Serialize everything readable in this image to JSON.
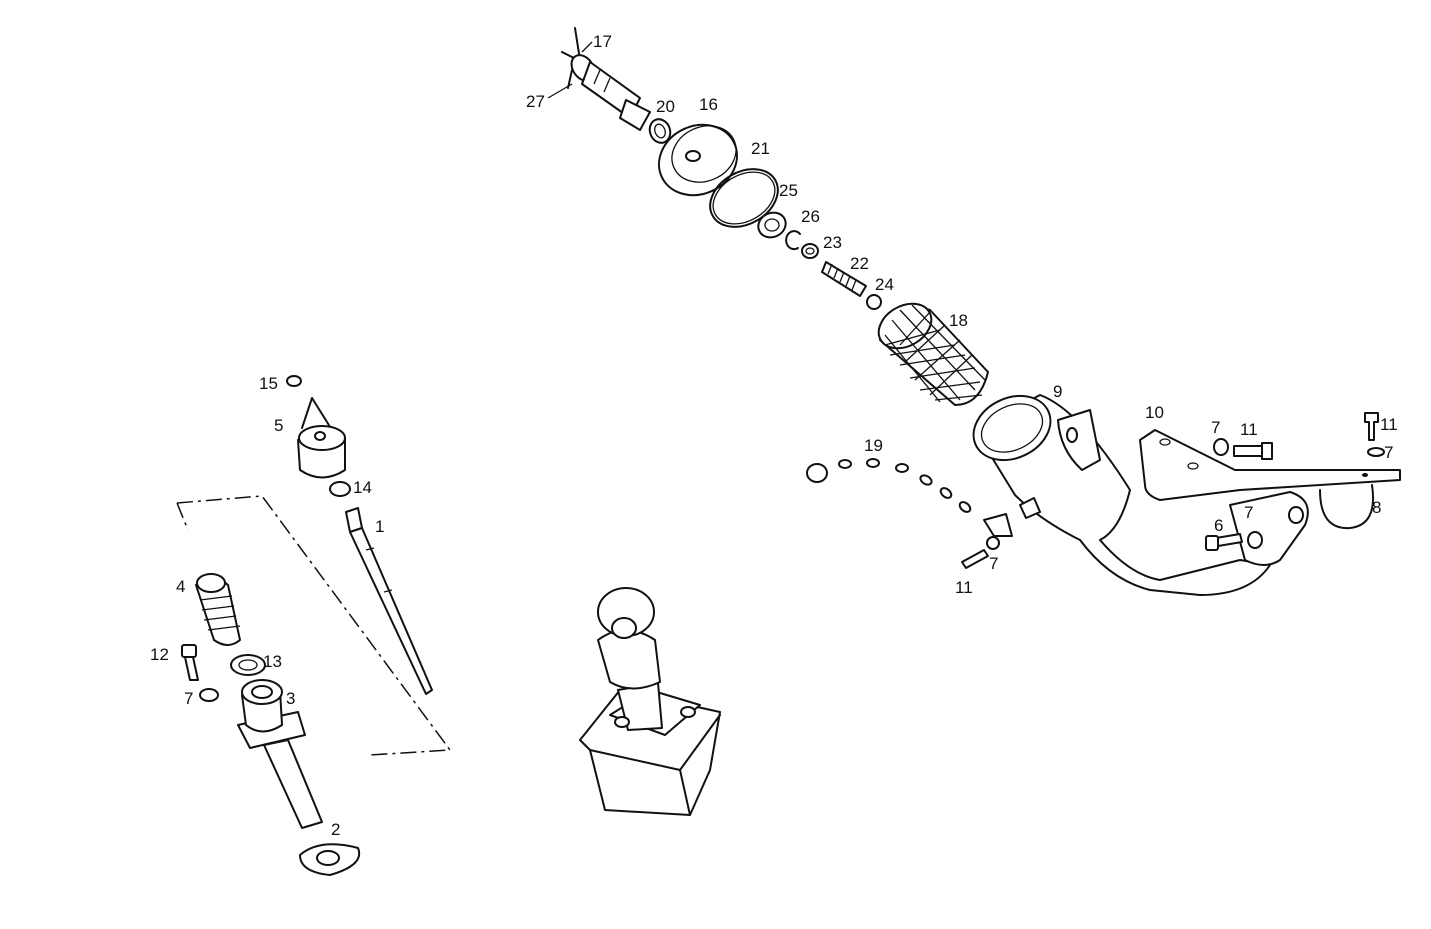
{
  "diagram": {
    "callouts": [
      "1",
      "2",
      "3",
      "4",
      "5",
      "6",
      "7",
      "8",
      "9",
      "10",
      "11",
      "12",
      "13",
      "14",
      "15",
      "16",
      "17",
      "18",
      "19",
      "20",
      "21",
      "22",
      "23",
      "24",
      "25",
      "26",
      "27"
    ],
    "labels": {
      "l1": "1",
      "l2": "2",
      "l3": "3",
      "l4": "4",
      "l5": "5",
      "l6": "6",
      "l7a": "7",
      "l7b": "7",
      "l7c": "7",
      "l7d": "7",
      "l7e": "7",
      "l8": "8",
      "l9": "9",
      "l10": "10",
      "l11a": "11",
      "l11b": "11",
      "l11c": "11",
      "l12": "12",
      "l13": "13",
      "l14": "14",
      "l15": "15",
      "l16": "16",
      "l17": "17",
      "l18": "18",
      "l19": "19",
      "l20": "20",
      "l21": "21",
      "l22": "22",
      "l23": "23",
      "l24": "24",
      "l25": "25",
      "l26": "26",
      "l27": "27"
    }
  }
}
